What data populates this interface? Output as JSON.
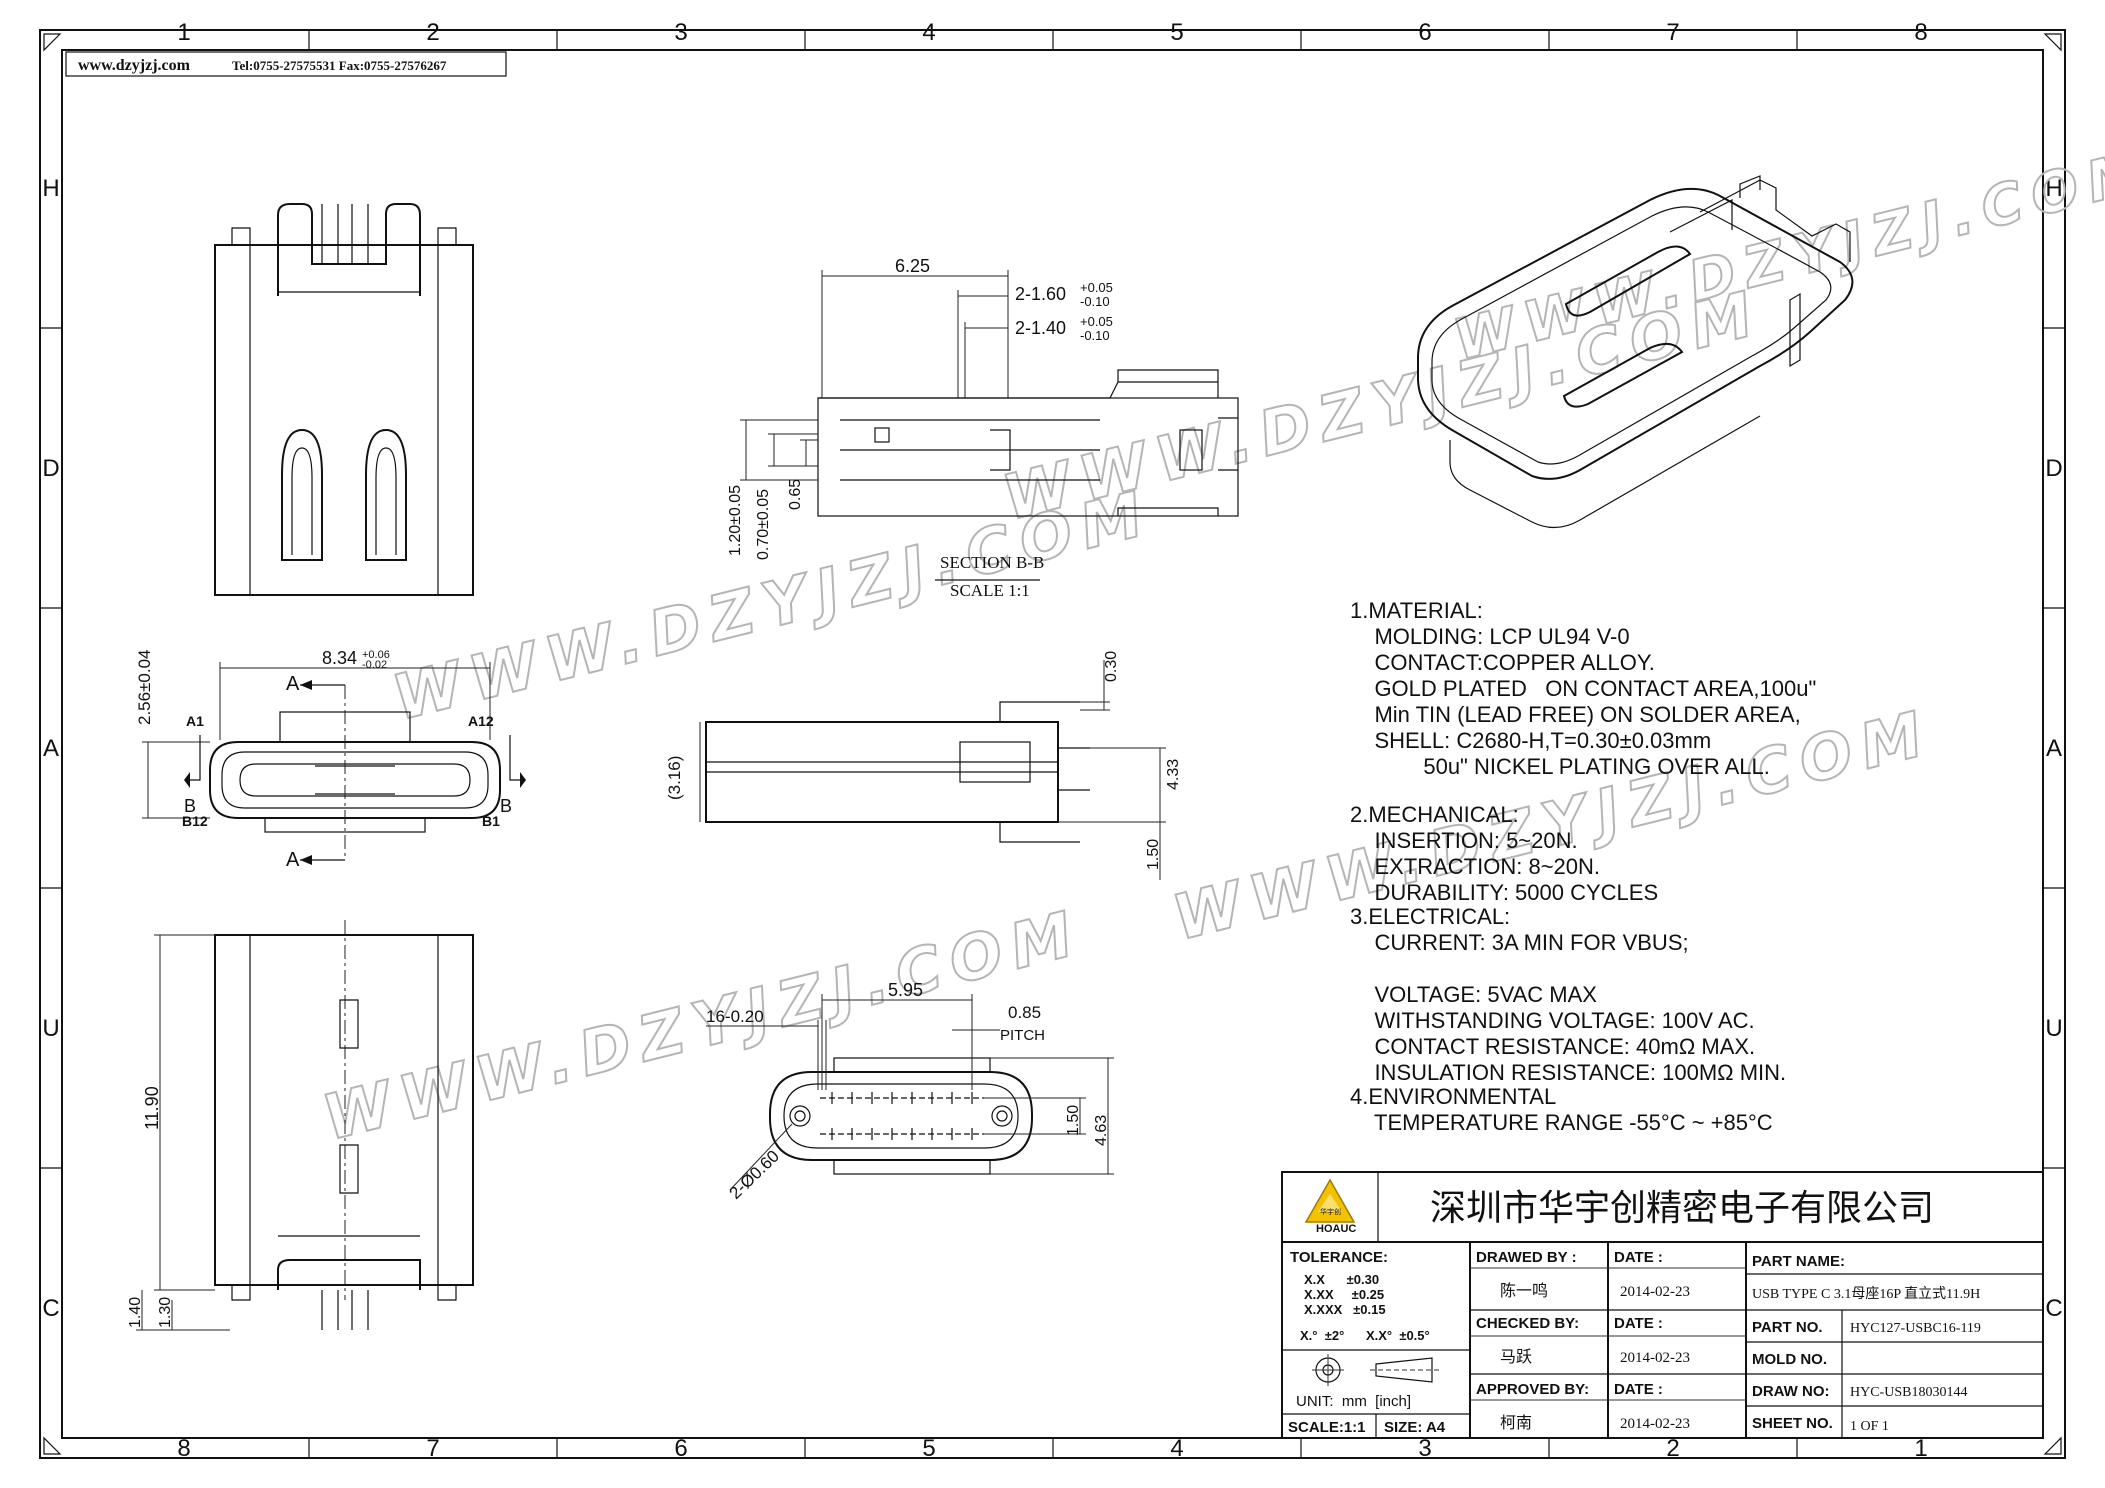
{
  "frame": {
    "top_numbers": [
      "1",
      "2",
      "3",
      "4",
      "5",
      "6",
      "7",
      "8"
    ],
    "bottom_numbers": [
      "8",
      "7",
      "6",
      "5",
      "4",
      "3",
      "2",
      "1"
    ],
    "side_letters": [
      "H",
      "D",
      "A",
      "U",
      "C"
    ]
  },
  "header": {
    "site": "www.dzyjzj.com",
    "contact": "Tel:0755-27575531  Fax:0755-27576267"
  },
  "watermark": {
    "text1": "WWW.DZYJZJ.COM",
    "text2": "WWW.DZYJZJ.COM",
    "text3": "WWW.DZYJZJ.COM",
    "text4": "WWW.DZYJZJ.COM",
    "text5": "WWW.DZYJZJ.COM"
  },
  "dimensions": {
    "d_625": "6.25",
    "d_160": "2-1.60",
    "d_160_tol_up": "+0.05",
    "d_160_tol_dn": "-0.10",
    "d_140": "2-1.40",
    "d_140_tol_up": "+0.05",
    "d_140_tol_dn": "-0.10",
    "d_120": "1.20±0.05",
    "d_070": "0.70±0.05",
    "d_065": "0.65",
    "section_title": "SECTION B-B",
    "section_scale": "SCALE 1:1",
    "d_834": "8.34",
    "d_834_tol_up": "+0.06",
    "d_834_tol_dn": "-0.02",
    "d_256": "2.56±0.04",
    "label_A_top": "A",
    "label_A_bot": "A",
    "label_A1": "A1",
    "label_A12": "A12",
    "label_B12": "B12",
    "label_B1": "B1",
    "label_B_left": "B",
    "label_B_right": "B",
    "d_030": "0.30",
    "d_316": "(3.16)",
    "d_433": "4.33",
    "d_150_side": "1.50",
    "d_595": "5.95",
    "d_16_020": "16-0.20",
    "d_085": "0.85",
    "d_pitch": "PITCH",
    "d_150_bottom": "1.50",
    "d_463": "4.63",
    "d_2_060": "2-Ø0.60",
    "d_1190": "11.90",
    "d_140_left": "1.40",
    "d_130_left": "1.30"
  },
  "notes": [
    "1.MATERIAL:",
    "    MOLDING: LCP UL94 V-0",
    "    CONTACT:COPPER ALLOY.",
    "    GOLD PLATED   ON CONTACT AREA,100u\"",
    "    Min TIN (LEAD FREE) ON SOLDER AREA,",
    "    SHELL: C2680-H,T=0.30±0.03mm",
    "            50u\" NICKEL PLATING OVER ALL.",
    "",
    "2.MECHANICAL:",
    "    INSERTION: 5~20N.",
    "    EXTRACTION: 8~20N.",
    "    DURABILITY: 5000 CYCLES",
    "3.ELECTRICAL:",
    "    CURRENT: 3A MIN FOR VBUS;",
    "",
    "    VOLTAGE: 5VAC MAX",
    "    WITHSTANDING VOLTAGE: 100V AC.",
    "    CONTACT RESISTANCE: 40mΩ MAX.",
    "    INSULATION RESISTANCE: 100MΩ MIN.",
    "4.ENVIRONMENTAL",
    "    TEMPERATURE RANGE -55°C ~ +85°C"
  ],
  "title_block": {
    "company": "深圳市华宇创精密电子有限公司",
    "logo_text": "HOAUC",
    "logo_cn": "华宇创",
    "tolerance_title": "TOLERANCE:",
    "tol_x": "X.X      ±0.30",
    "tol_xx": "X.XX     ±0.25",
    "tol_xxx": "X.XXX   ±0.15",
    "tol_angle": "X.°  ±2°      X.X°  ±0.5°",
    "unit": "UNIT:  mm  [inch]",
    "scale": "SCALE:1:1",
    "size": "SIZE: A4",
    "drawn_by_label": "DRAWED BY :",
    "drawn_by": "陈一鸣",
    "checked_by_label": "CHECKED BY:",
    "checked_by": "马跃",
    "approved_by_label": "APPROVED BY:",
    "approved_by": "柯南",
    "date_label": "DATE :",
    "date1": "2014-02-23",
    "date2": "2014-02-23",
    "date3": "2014-02-23",
    "part_name_label": "PART NAME:",
    "part_name": "USB TYPE C 3.1母座16P 直立式11.9H",
    "part_no_label": "PART NO.",
    "part_no": "HYC127-USBC16-119",
    "mold_no_label": "MOLD NO.",
    "mold_no": "",
    "draw_no_label": "DRAW NO:",
    "draw_no": "HYC-USB18030144",
    "sheet_no_label": "SHEET NO.",
    "sheet_no": "1 OF 1"
  }
}
